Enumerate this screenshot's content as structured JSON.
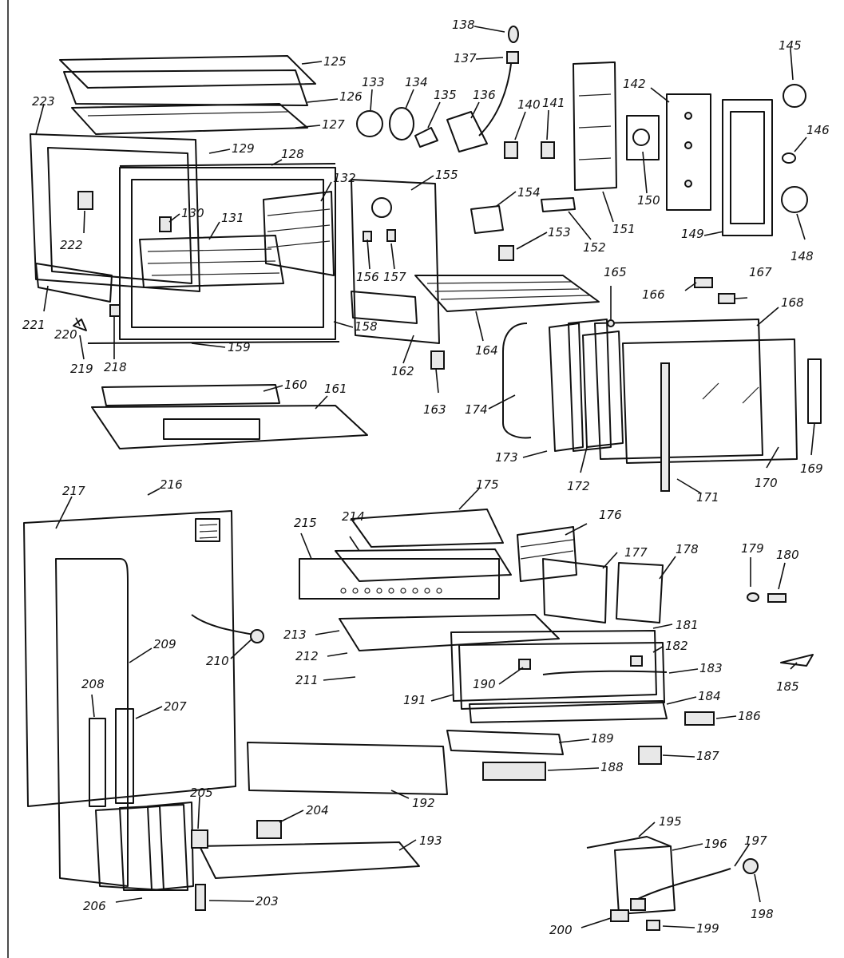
{
  "labels": [
    "125",
    "126",
    "127",
    "128",
    "129",
    "130",
    "131",
    "132",
    "133",
    "134",
    "135",
    "136",
    "137",
    "138",
    "140",
    "141",
    "142",
    "145",
    "146",
    "148",
    "149",
    "150",
    "151",
    "152",
    "153",
    "154",
    "155",
    "156",
    "157",
    "158",
    "159",
    "160",
    "161",
    "162",
    "163",
    "164",
    "165",
    "166",
    "167",
    "168",
    "169",
    "170",
    "171",
    "172",
    "173",
    "174",
    "175",
    "176",
    "177",
    "178",
    "179",
    "180",
    "181",
    "182",
    "183",
    "184",
    "185",
    "186",
    "187",
    "188",
    "189",
    "190",
    "191",
    "192",
    "193",
    "195",
    "196",
    "197",
    "198",
    "199",
    "200",
    "203",
    "204",
    "205",
    "206",
    "207",
    "208",
    "209",
    "210",
    "211",
    "212",
    "213",
    "214",
    "215",
    "216",
    "217",
    "218",
    "219",
    "220",
    "221",
    "222",
    "223"
  ]
}
